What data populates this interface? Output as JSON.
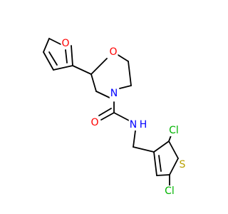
{
  "diagram": {
    "kind": "chemical-structure",
    "colors": {
      "bond": "#000000",
      "O": "#ff0000",
      "N": "#0000ff",
      "S": "#b8a000",
      "Cl": "#00b400"
    },
    "atoms": [
      {
        "id": "o_furan",
        "label": "O",
        "element": "O"
      },
      {
        "id": "o_morph",
        "label": "O",
        "element": "O"
      },
      {
        "id": "n_morph",
        "label": "N",
        "element": "N"
      },
      {
        "id": "o_carbonyl",
        "label": "O",
        "element": "O"
      },
      {
        "id": "n_amide",
        "label": "N",
        "element": "N"
      },
      {
        "id": "h_amide",
        "label": "H",
        "element": "N"
      },
      {
        "id": "cl_top",
        "label": "Cl",
        "element": "Cl"
      },
      {
        "id": "s_thio",
        "label": "S",
        "element": "S"
      },
      {
        "id": "cl_bottom",
        "label": "Cl",
        "element": "Cl"
      }
    ]
  }
}
